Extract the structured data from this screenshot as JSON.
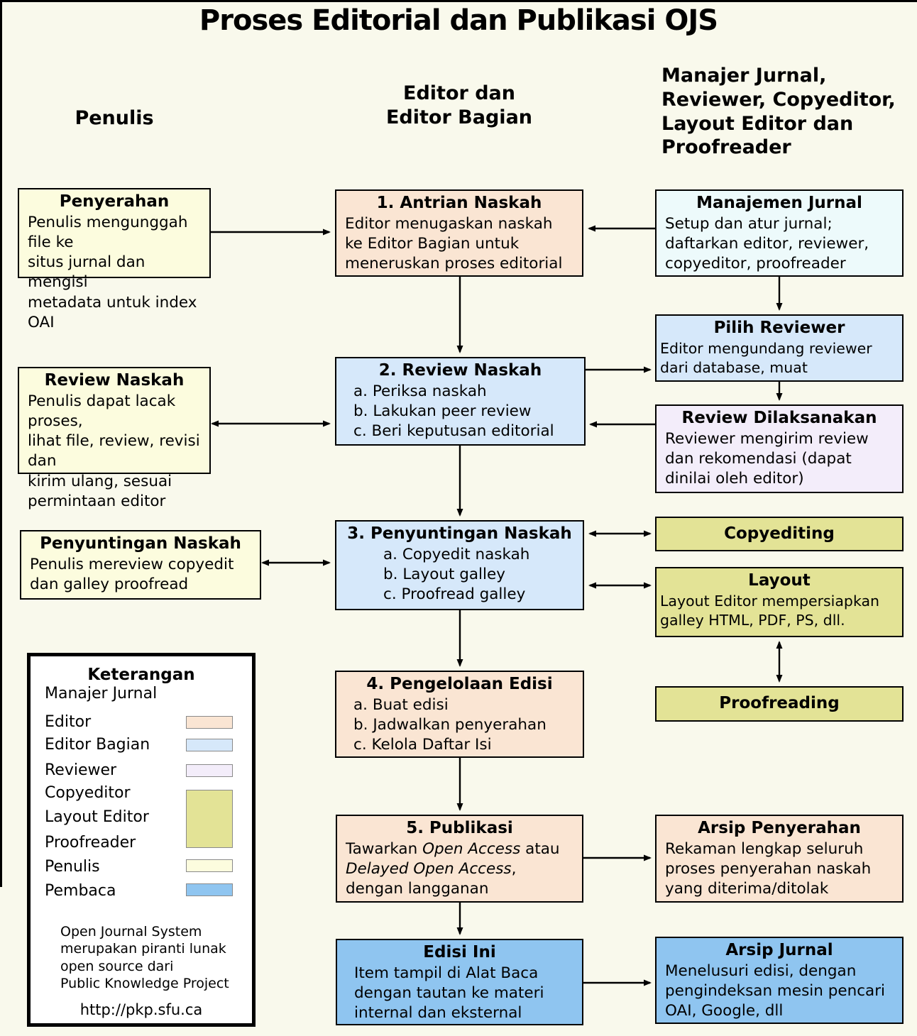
{
  "title": "Proses Editorial dan Publikasi OJS",
  "column_headers": {
    "penulis": "Penulis",
    "editor": "Editor dan\nEditor Bagian",
    "manajer": "Manajer Jurnal,\nReviewer, Copyeditor,\nLayout Editor dan\nProofreader"
  },
  "colors": {
    "manajer_jurnal": "#edfafb",
    "editor": "#fae5d3",
    "editor_bagian": "#d6e8fa",
    "reviewer": "#f3edfa",
    "copyeditor_layout_proofreader": "#e3e396",
    "penulis": "#fcfcde",
    "pembaca": "#8fc5f0"
  },
  "flow_boxes": {
    "penyerahan": {
      "title": "Penyerahan",
      "body": "Penulis mengunggah file ke\nsitus jurnal dan mengisi\nmetadata untuk index OAI"
    },
    "review_naskah_penulis": {
      "title": "Review Naskah",
      "body": "Penulis dapat lacak proses,\nlihat file, review, revisi dan\nkirim ulang, sesuai\npermintaan editor"
    },
    "penyuntingan_naskah_penulis": {
      "title": "Penyuntingan Naskah",
      "body": "Penulis mereview copyedit\ndan galley proofread"
    },
    "antrian_naskah": {
      "title": "1. Antrian Naskah",
      "body": "Editor menugaskan naskah\nke Editor Bagian untuk\nmeneruskan proses editorial"
    },
    "review_naskah": {
      "title": "2. Review Naskah",
      "body": "a. Periksa naskah\nb. Lakukan peer review\nc. Beri keputusan editorial"
    },
    "penyuntingan_naskah": {
      "title": "3. Penyuntingan Naskah",
      "body": "a. Copyedit naskah\nb. Layout galley\nc. Proofread galley"
    },
    "pengelolaan_edisi": {
      "title": "4. Pengelolaan Edisi",
      "body": "a. Buat edisi\nb. Jadwalkan penyerahan\nc. Kelola Daftar Isi"
    },
    "publikasi": {
      "title": "5. Publikasi",
      "body_segments": [
        {
          "t": "Tawarkan ",
          "i": false
        },
        {
          "t": "Open Access",
          "i": true
        },
        {
          "t": " atau\n",
          "i": false
        },
        {
          "t": "Delayed Open Access",
          "i": true
        },
        {
          "t": ",\ndengan langganan",
          "i": false
        }
      ]
    },
    "edisi_ini": {
      "title": "Edisi Ini",
      "body": "Item tampil di Alat Baca\ndengan tautan ke materi\ninternal dan eksternal"
    },
    "manajemen_jurnal": {
      "title": "Manajemen Jurnal",
      "body": "Setup dan atur jurnal;\ndaftarkan editor, reviewer,\ncopyeditor, proofreader"
    },
    "pilih_reviewer": {
      "title": "Pilih Reviewer",
      "body": "Editor mengundang reviewer\ndari database, muat"
    },
    "review_dilaksanakan": {
      "title": "Review Dilaksanakan",
      "body": "Reviewer mengirim review\ndan rekomendasi (dapat\ndinilai oleh editor)"
    },
    "copyediting": {
      "title": "Copyediting"
    },
    "layout": {
      "title": "Layout",
      "body": "Layout Editor mempersiapkan\ngalley HTML, PDF, PS, dll."
    },
    "proofreading": {
      "title": "Proofreading"
    },
    "arsip_penyerahan": {
      "title": "Arsip Penyerahan",
      "body": "Rekaman lengkap seluruh\nproses penyerahan naskah\nyang diterima/ditolak"
    },
    "arsip_jurnal": {
      "title": "Arsip Jurnal",
      "body": "Menelusuri edisi, dengan\npengindeksan mesin pencari\nOAI, Google, dll"
    }
  },
  "legend": {
    "title": "Keterangan",
    "items": [
      {
        "label": "Manajer Jurnal"
      },
      {
        "label": "Editor"
      },
      {
        "label": "Editor Bagian"
      },
      {
        "label": "Reviewer"
      },
      {
        "label": "Copyeditor"
      },
      {
        "label": "Layout Editor"
      },
      {
        "label": "Proofreader"
      },
      {
        "label": "Penulis"
      },
      {
        "label": "Pembaca"
      }
    ],
    "footer": "Open Journal System\nmerupakan piranti lunak\nopen source dari\nPublic Knowledge Project",
    "url": "http://pkp.sfu.ca"
  }
}
